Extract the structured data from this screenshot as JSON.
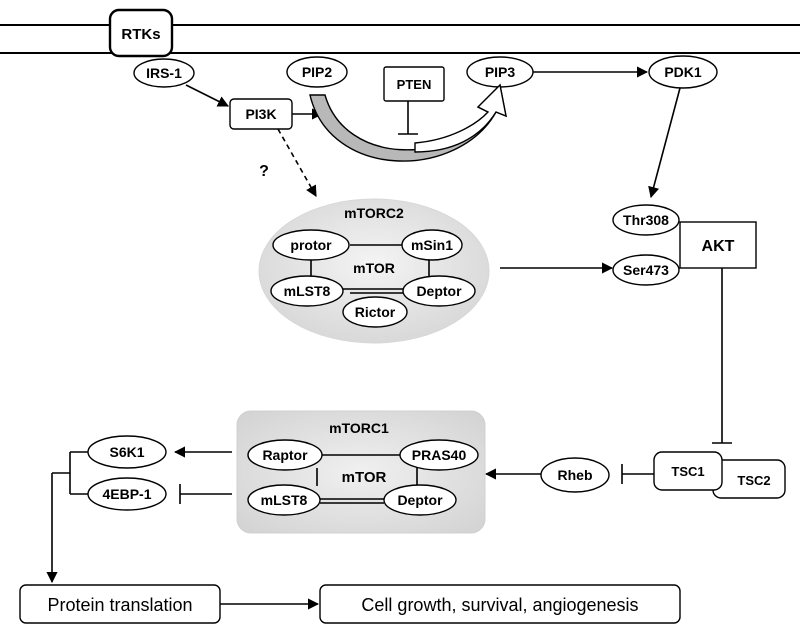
{
  "membrane": {
    "receptor": "RTKs"
  },
  "nodes": {
    "irs1": "IRS-1",
    "pi3k": "PI3K",
    "pip2": "PIP2",
    "pten": "PTEN",
    "pip3": "PIP3",
    "pdk1": "PDK1",
    "question": "?",
    "thr308": "Thr308",
    "ser473": "Ser473",
    "akt": "AKT",
    "tsc1": "TSC1",
    "tsc2": "TSC2",
    "rheb": "Rheb",
    "s6k1": "S6K1",
    "ebp1": "4EBP-1"
  },
  "mtorc2": {
    "title": "mTORC2",
    "core": "mTOR",
    "protor": "protor",
    "msin1": "mSin1",
    "mlst8": "mLST8",
    "deptor": "Deptor",
    "rictor": "Rictor"
  },
  "mtorc1": {
    "title": "mTORC1",
    "core": "mTOR",
    "raptor": "Raptor",
    "pras40": "PRAS40",
    "mlst8": "mLST8",
    "deptor": "Deptor"
  },
  "outcomes": {
    "translation": "Protein translation",
    "growth": "Cell growth, survival, angiogenesis"
  },
  "colors": {
    "complex_fill": "#dcdcdc",
    "arrow_fill": "#b8b8b8"
  }
}
